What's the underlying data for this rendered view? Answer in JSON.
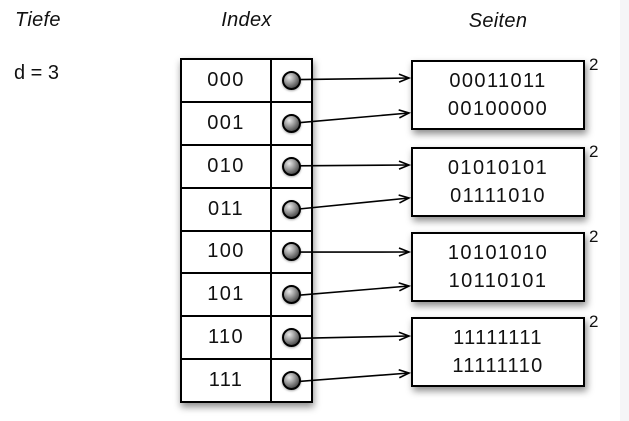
{
  "diagram": {
    "depth": {
      "title": "Tiefe",
      "value": "d = 3"
    },
    "index": {
      "title": "Index",
      "rows": [
        {
          "label": "000"
        },
        {
          "label": "001"
        },
        {
          "label": "010"
        },
        {
          "label": "011"
        },
        {
          "label": "100"
        },
        {
          "label": "101"
        },
        {
          "label": "110"
        },
        {
          "label": "111"
        }
      ]
    },
    "pages": {
      "title": "Seiten",
      "boxes": [
        {
          "entries": [
            "00011011",
            "00100000"
          ],
          "local_depth": "2"
        },
        {
          "entries": [
            "01010101",
            "01111010"
          ],
          "local_depth": "2"
        },
        {
          "entries": [
            "10101010",
            "10110101"
          ],
          "local_depth": "2"
        },
        {
          "entries": [
            "11111111",
            "11111110"
          ],
          "local_depth": "2"
        }
      ]
    },
    "links": [
      {
        "index": "000",
        "page": 0
      },
      {
        "index": "001",
        "page": 0
      },
      {
        "index": "010",
        "page": 1
      },
      {
        "index": "011",
        "page": 1
      },
      {
        "index": "100",
        "page": 2
      },
      {
        "index": "101",
        "page": 2
      },
      {
        "index": "110",
        "page": 3
      },
      {
        "index": "111",
        "page": 3
      }
    ],
    "colors": {
      "ink": "#111111",
      "border": "#000000",
      "background": "#ffffff",
      "edge_strip": "#f5f5f7",
      "dot_fill": "#6b6b6b"
    }
  }
}
